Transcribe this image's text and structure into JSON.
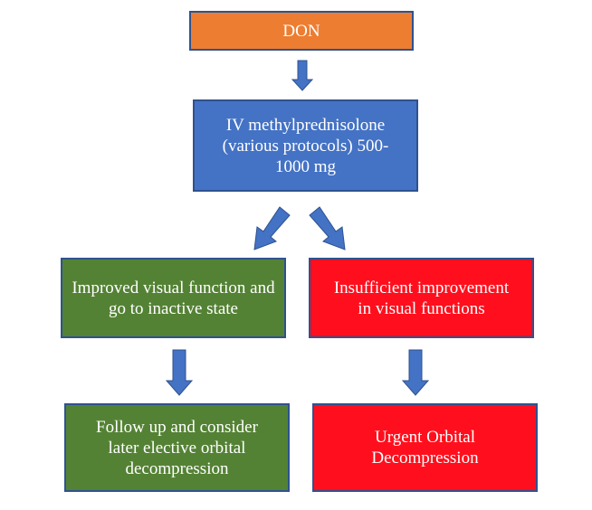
{
  "flowchart": {
    "nodes": {
      "don": {
        "label": "DON",
        "color": "#ed7d31"
      },
      "ivmp": {
        "label": "IV methylprednisolone (various protocols) 500-1000 mg",
        "color": "#4472c4"
      },
      "improved": {
        "label": "Improved visual function and go to inactive state",
        "color": "#548235"
      },
      "insufficient": {
        "label": "Insufficient improvement in visual functions",
        "color": "#ff0f1d"
      },
      "follow_up": {
        "label": "Follow up and consider later elective orbital decompression",
        "color": "#548235"
      },
      "urgent": {
        "label": "Urgent Orbital Decompression",
        "color": "#ff0f1d"
      }
    },
    "edges": [
      {
        "from": "DON",
        "to": "IV methylprednisolone"
      },
      {
        "from": "IV methylprednisolone",
        "to": "Improved visual function"
      },
      {
        "from": "IV methylprednisolone",
        "to": "Insufficient improvement"
      },
      {
        "from": "Improved visual function",
        "to": "Follow up"
      },
      {
        "from": "Insufficient improvement",
        "to": "Urgent Orbital Decompression"
      }
    ],
    "arrow_color": "#4472c4",
    "border_color": "#2f528f"
  }
}
